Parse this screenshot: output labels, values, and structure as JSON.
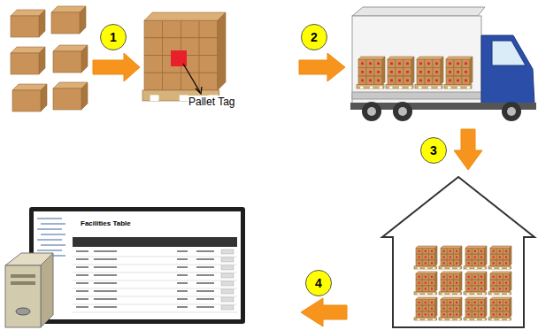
{
  "diagram": {
    "nodes": [
      {
        "text": [
          "1"
        ]
      },
      {
        "text": [
          "2"
        ]
      },
      {
        "text": [
          "3"
        ]
      },
      {
        "text": [
          "4"
        ]
      }
    ],
    "labels": [
      "Pallet Tag",
      "Facilities Table"
    ]
  }
}
